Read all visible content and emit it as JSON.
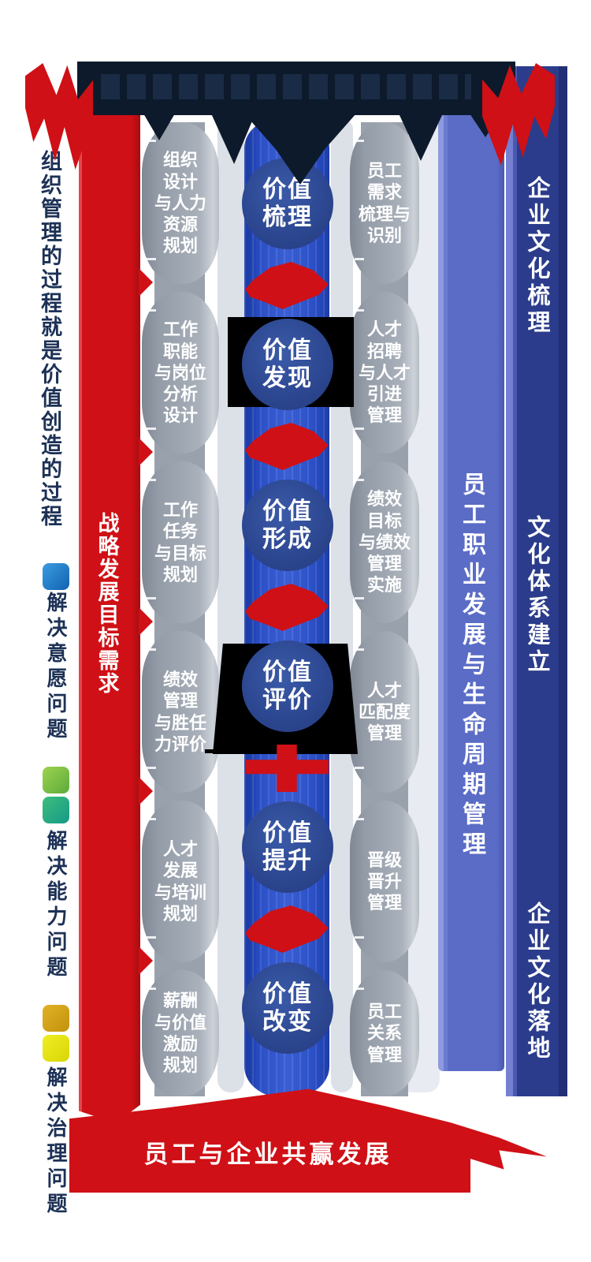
{
  "left_rail": {
    "slogan": "组织管理的过程就是价值创造的过程",
    "legend": [
      {
        "label": "解决意愿问题",
        "colors": [
          "#1f7fd0"
        ]
      },
      {
        "label": "解决能力问题",
        "colors": [
          "#8cc63f",
          "#2fa57b"
        ]
      },
      {
        "label": "解决治理问题",
        "colors": [
          "#d8a818",
          "#e6e30c"
        ]
      }
    ]
  },
  "strategy_bar": {
    "label": "战略发展目标需求",
    "color": "#cf1016"
  },
  "hr_process_column": {
    "items": [
      {
        "text": "组织\n设计\n与人力\n资源\n规划"
      },
      {
        "text": "工作\n职能\n与岗位\n分析\n设计"
      },
      {
        "text": "工作\n任务\n与目标\n规划"
      },
      {
        "text": "绩效\n管理\n与胜任\n力评价"
      },
      {
        "text": "人才\n发展\n与培训\n规划"
      },
      {
        "text": "薪酬\n与价值\n激励\n规划"
      }
    ]
  },
  "value_chain": {
    "steps": [
      {
        "label": "价值\n梳理"
      },
      {
        "label": "价值\n发现"
      },
      {
        "label": "价值\n形成"
      },
      {
        "label": "价值\n评价"
      },
      {
        "label": "价值\n提升"
      },
      {
        "label": "价值\n改变"
      }
    ],
    "circle_color": "#2d4892",
    "band_color": "#2b50c8",
    "arrow_color": "#cf1016"
  },
  "employee_process_column": {
    "items": [
      {
        "text": "员工\n需求\n梳理与\n识别"
      },
      {
        "text": "人才\n招聘\n与人才\n引进\n管理"
      },
      {
        "text": "绩效\n目标\n与绩效\n管理\n实施"
      },
      {
        "text": "人才\n匹配度\n管理"
      },
      {
        "text": "晋级\n晋升\n管理"
      },
      {
        "text": "员工\n关系\n管理"
      }
    ]
  },
  "career_bar": {
    "label": "员工职业发展与生命周期管理",
    "color": "#5a6cc6"
  },
  "culture_bar": {
    "color": "#2b3c8c",
    "sections": [
      {
        "label": "企业文化梳理"
      },
      {
        "label": "文化体系建立"
      },
      {
        "label": "企业文化落地"
      }
    ]
  },
  "footer": {
    "label": "员工与企业共赢发展",
    "color": "#cf1016"
  }
}
